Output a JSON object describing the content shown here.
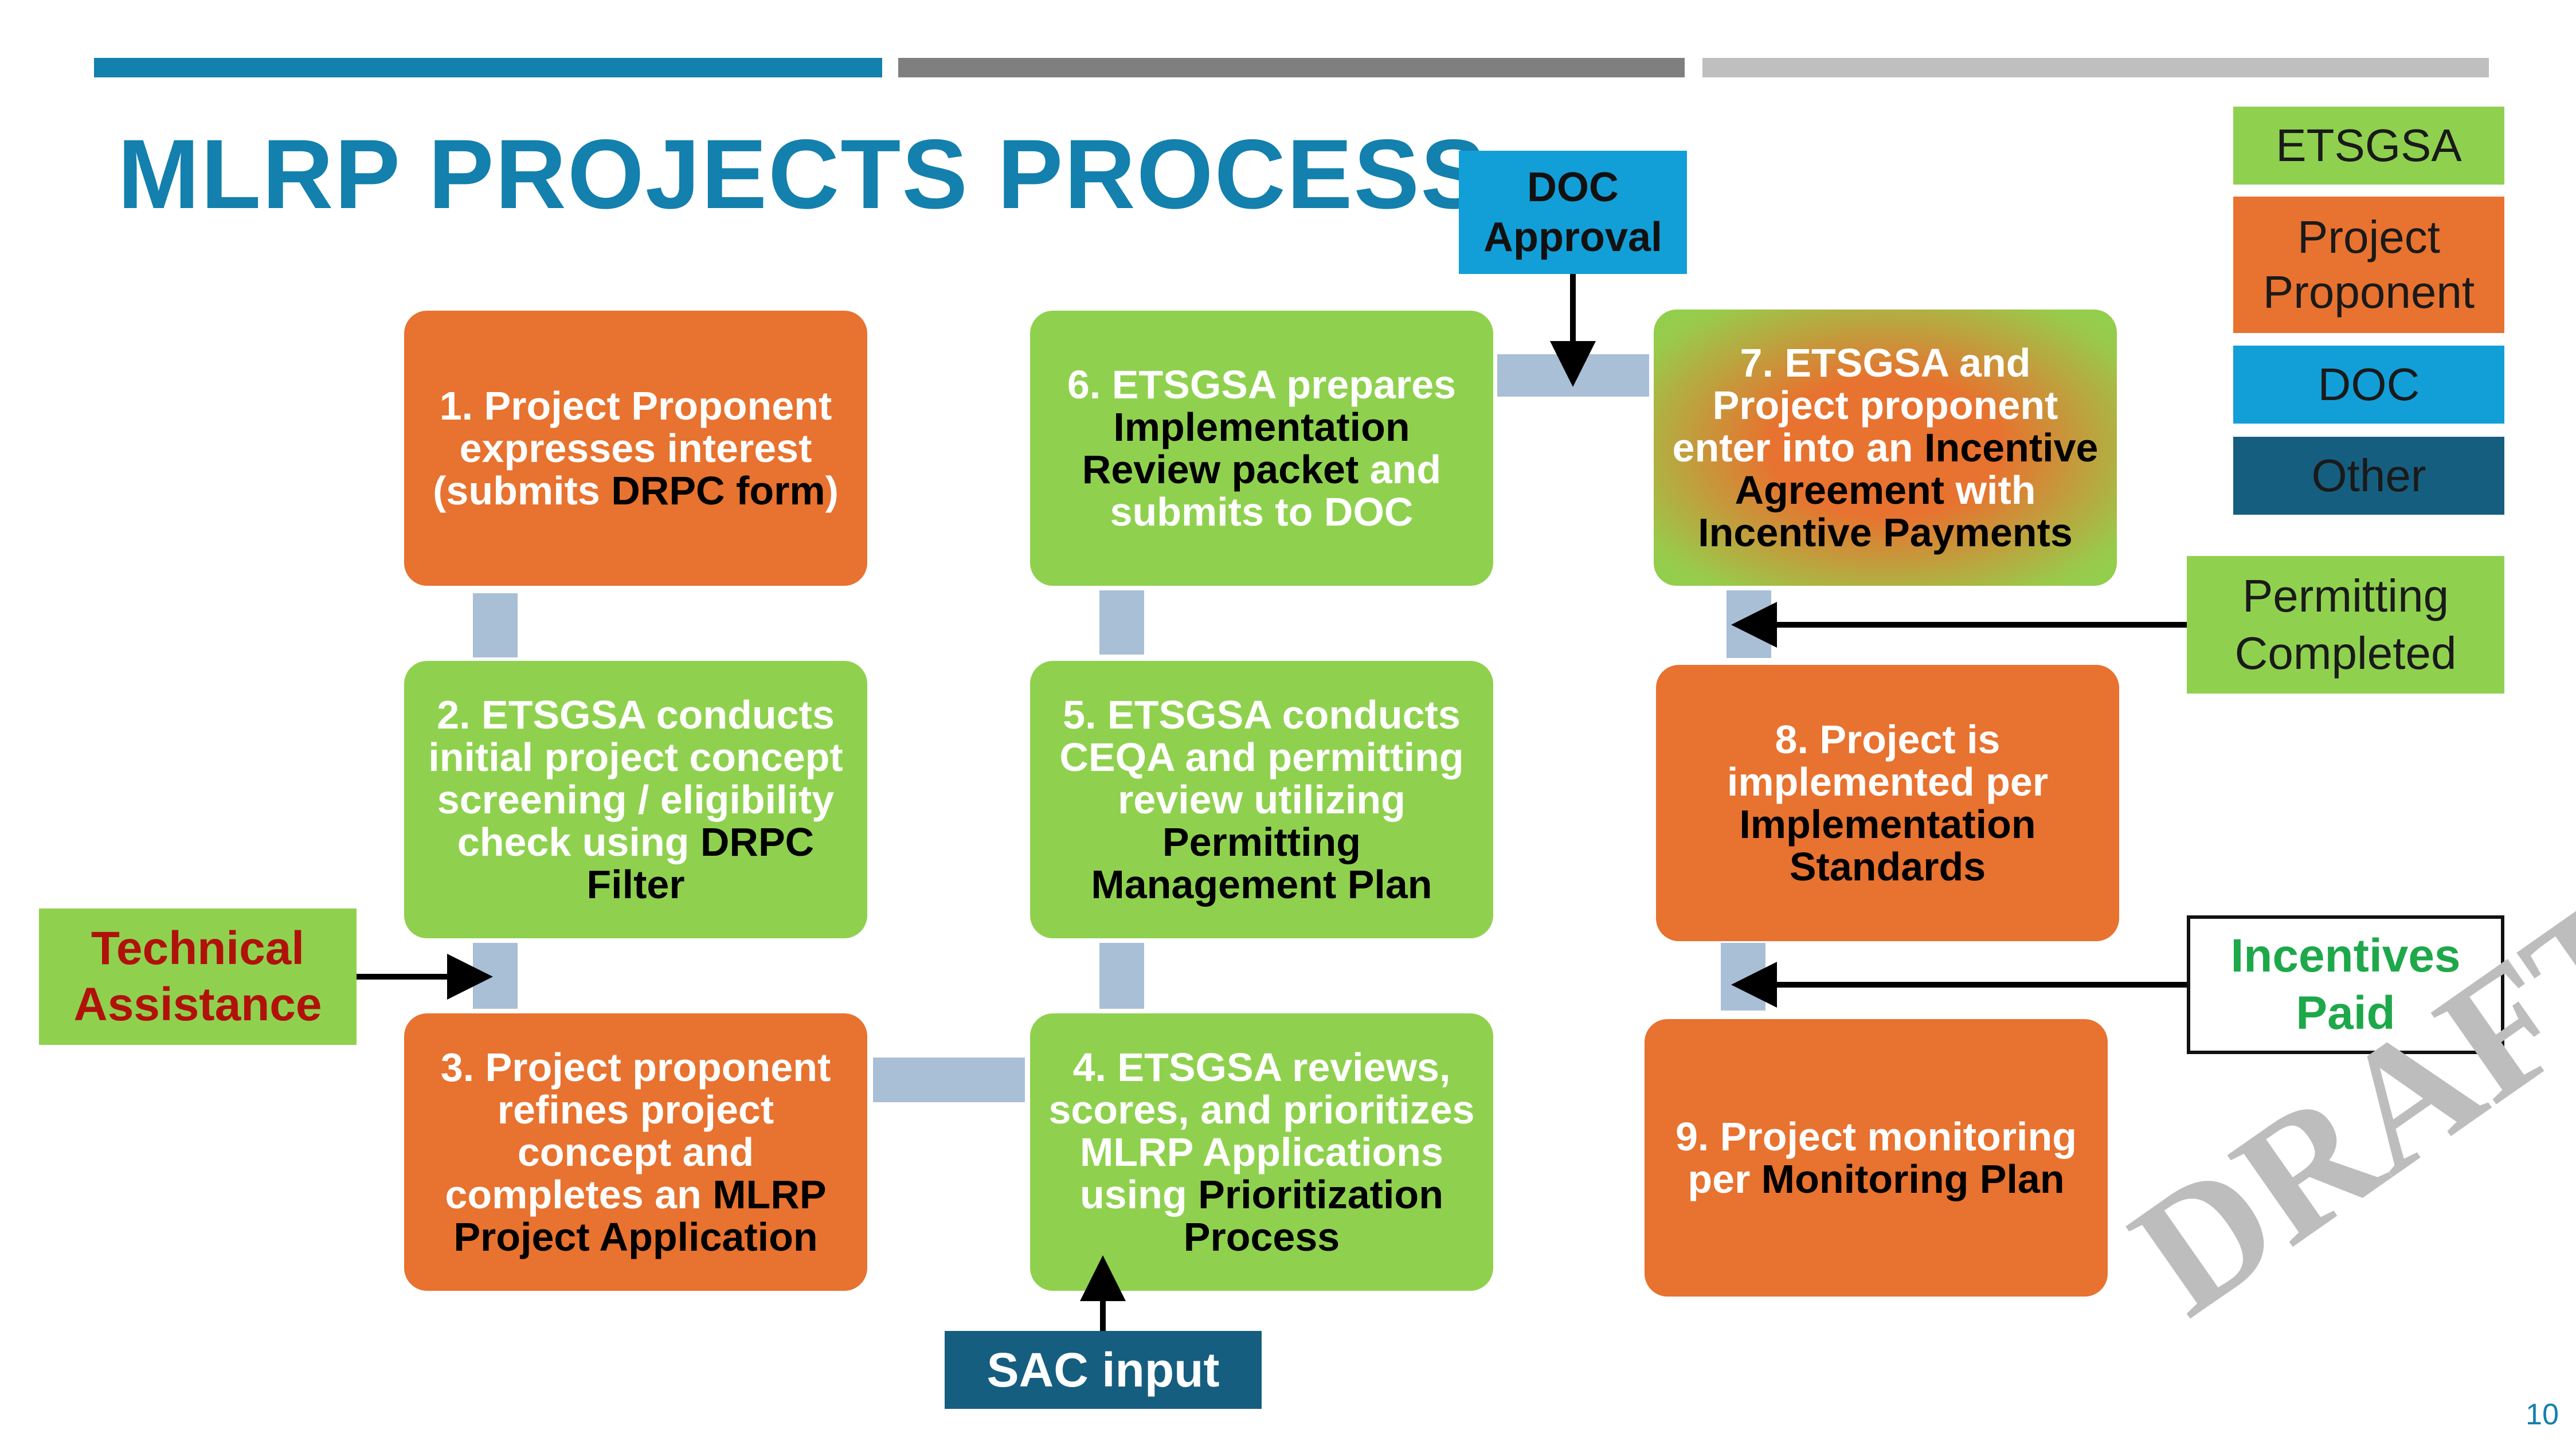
{
  "slide": {
    "title": "MLRP PROJECTS PROCESS",
    "page_number": "10",
    "watermark": "DRAFT"
  },
  "colors": {
    "title_blue": "#1380ad",
    "orange": "#e8722f",
    "green": "#8fd14f",
    "doc_blue": "#129fd8",
    "other_teal": "#155e80",
    "connector": "#a9bfd6",
    "technical_red": "#b0120a",
    "incentives_green": "#1ea84a"
  },
  "legend": [
    {
      "label": "ETSGSA"
    },
    {
      "label": "Project Proponent"
    },
    {
      "label": "DOC"
    },
    {
      "label": "Other"
    }
  ],
  "steps": [
    {
      "pre": "1. Project Proponent expresses interest (submits ",
      "hl": "DRPC form",
      "post": ")"
    },
    {
      "pre": "2. ETSGSA conducts initial project concept screening / eligibility check using ",
      "hl": "DRPC Filter",
      "post": ""
    },
    {
      "pre": "3. Project proponent refines project concept and completes an ",
      "hl": "MLRP Project Application",
      "post": ""
    },
    {
      "pre": "4. ETSGSA reviews, scores, and prioritizes MLRP Applications using ",
      "hl": "Prioritization Process",
      "post": ""
    },
    {
      "pre": "5. ETSGSA conducts CEQA and permitting review utilizing ",
      "hl": "Permitting Management Plan",
      "post": ""
    },
    {
      "pre": "6. ETSGSA prepares ",
      "hl": "Implementation Review packet",
      "post": " and submits to DOC"
    },
    {
      "pre": "7. ETSGSA and Project proponent enter into an ",
      "hl": "Incentive Agreement",
      "mid": " with ",
      "hl2": "Incentive Payments"
    },
    {
      "pre": "8. Project is implemented per ",
      "hl": "Implementation Standards",
      "post": ""
    },
    {
      "pre": "9. Project monitoring per ",
      "hl": "Monitoring Plan",
      "post": ""
    }
  ],
  "external": {
    "doc_approval": "DOC Approval",
    "sac_input": "SAC input",
    "technical_assistance": "Technical Assistance",
    "permitting_completed": "Permitting Completed",
    "incentives_paid": "Incentives Paid"
  }
}
